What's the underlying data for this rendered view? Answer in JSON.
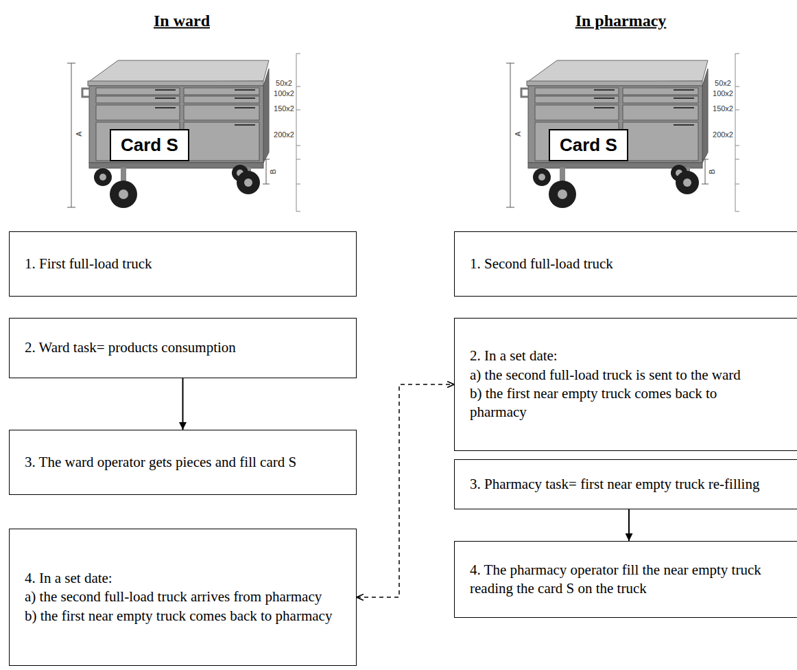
{
  "diagram": {
    "nodes": [
      {
        "text": [
          "Card S"
        ]
      },
      {
        "text": [
          "Card S"
        ]
      },
      {
        "text": [
          "1. First full-load truck"
        ]
      },
      {
        "text": [
          "2. Ward task= products consumption"
        ]
      },
      {
        "text": [
          "3. The ward operator gets pieces and fill card S"
        ]
      },
      {
        "text": [
          "4. In a set date:",
          "a) the second full-load truck arrives from pharmacy",
          "b) the first near empty truck comes back to pharmacy"
        ]
      },
      {
        "text": [
          "1. Second full-load truck"
        ]
      },
      {
        "text": [
          "2. In a set date:",
          "a) the second full-load truck is sent to the ward",
          "b) the first near empty truck comes back to pharmacy"
        ]
      },
      {
        "text": [
          "3. Pharmacy task= first near empty truck re-filling"
        ]
      },
      {
        "text": [
          "4. The pharmacy operator fill the near empty truck reading the card S on the truck"
        ]
      }
    ],
    "edges": [
      {
        "from": 3,
        "to": 4,
        "arrow": "to"
      },
      {
        "from": 8,
        "to": 9,
        "arrow": "to"
      },
      {
        "from": 5,
        "to": 7,
        "arrow": "both"
      }
    ],
    "labels": [
      "In ward",
      "In pharmacy",
      "A",
      "50x2",
      "100x2",
      "150x2",
      "200x2",
      "B",
      "A",
      "50x2",
      "100x2",
      "150x2",
      "200x2",
      "B"
    ]
  }
}
